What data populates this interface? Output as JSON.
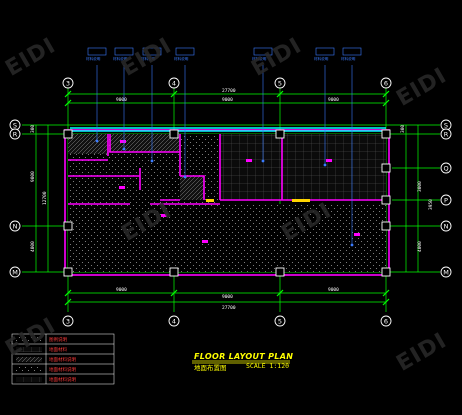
{
  "drawing": {
    "title": "FLOOR LAYOUT PLAN",
    "subtitle": "地面布置图",
    "scale": "SCALE 1:120",
    "watermark": "EIDI"
  },
  "grid_x": [
    "3",
    "4",
    "5",
    "6"
  ],
  "grid_y": [
    "S",
    "R",
    "Q",
    "P",
    "N",
    "M"
  ],
  "dimensions": {
    "top_total": "27700",
    "top_spans": [
      "9000",
      "9000",
      "9000"
    ],
    "bottom_total": "27700",
    "bottom_spans": [
      "9000",
      "9000",
      "9000"
    ],
    "left": [
      "300",
      "9000",
      "12700",
      "4000"
    ],
    "right": [
      "300",
      "3000",
      "3950",
      "4000"
    ]
  },
  "callouts": [
    "材料说明",
    "材料说明",
    "材料说明",
    "材料说明",
    "材料说明",
    "材料说明",
    "材料说明"
  ],
  "legend": {
    "rows": [
      "图例说明",
      "地面材料",
      "地面材料说明",
      "地面材料说明",
      "地面材料说明"
    ]
  },
  "colors": {
    "wall": "#ff00ff",
    "grid": "#00ff00",
    "bubble": "#ffffff",
    "window": "#00ffff",
    "callout": "#3a7bff",
    "title": "#ffff00"
  }
}
